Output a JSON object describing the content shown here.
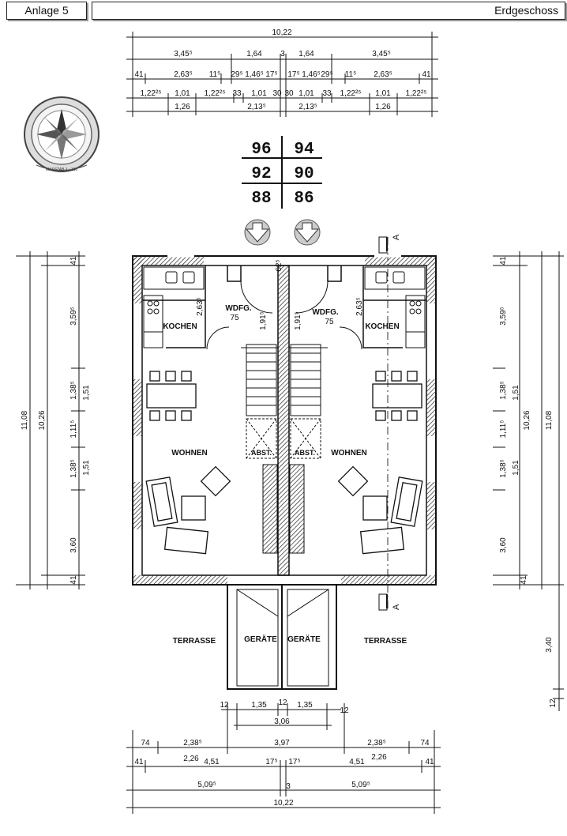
{
  "header": {
    "left": "Anlage 5",
    "right": "Erdgeschoss"
  },
  "units": [
    "96",
    "94",
    "92",
    "90",
    "88",
    "86"
  ],
  "rooms": {
    "kochen": "KOCHEN",
    "wdfg": "WDFG.",
    "wdfg_dim": "75",
    "wohnen": "WOHNEN",
    "abst": "ABST.",
    "terrasse": "TERRASSE",
    "geraete": "GERÄTE",
    "section_mark": "A"
  },
  "dims_top": {
    "total": "10,22",
    "row2": [
      "3,45⁵",
      "1,64",
      "3",
      "1,64",
      "3,45⁵"
    ],
    "row3": [
      "41",
      "2,63⁵",
      "11⁵",
      "29⁵",
      "1,46⁵",
      "17⁵",
      "17⁵",
      "1,46⁵",
      "29⁵",
      "11⁵",
      "2,63⁵",
      "41"
    ],
    "row4": [
      "1,22²⁵",
      "1,01",
      "1,22²⁵",
      "33",
      "1,01",
      "30",
      "30",
      "1,01",
      "33",
      "1,22²⁵",
      "1,01",
      "1,22²⁵"
    ],
    "row5": [
      "1,26",
      "2,13⁵",
      "2,13⁵",
      "1,26"
    ]
  },
  "dims_left": {
    "total": "11,08",
    "inner": "10,26",
    "segments": [
      "41",
      "3,59⁵",
      "1,38⁵",
      "1,11⁵",
      "1,38⁵",
      "3,60",
      "41"
    ],
    "windows": [
      "1,51",
      "1,51"
    ]
  },
  "dims_right": {
    "total": "11,08",
    "inner": "10,26",
    "segments": [
      "41",
      "3,59⁵",
      "1,38⁵",
      "1,11⁵",
      "1,38⁵",
      "3,60",
      "41"
    ],
    "windows": [
      "1,51",
      "1,51"
    ],
    "terrace": "3,40",
    "bottom": "12"
  },
  "dims_inner": {
    "kitchen": "2,63⁵",
    "hall_left": "1,91⁵",
    "hall_right": "1,91⁵",
    "top_wall": "62⁵"
  },
  "dims_bottom": {
    "shed_row": [
      "12",
      "1,35",
      "12",
      "1,35",
      "12"
    ],
    "shed_total": "3,06",
    "row2": [
      "74",
      "2,38⁵",
      "3,97",
      "2,38⁵",
      "74"
    ],
    "row3": [
      "41",
      "2,26",
      "4,51",
      "17⁵",
      "17⁵",
      "4,51",
      "2,26",
      "41"
    ],
    "row4": [
      "5,09⁵",
      "3",
      "5,09⁵"
    ],
    "total": "10,22"
  },
  "compass": {
    "scale_text": "MASSTAB 1 : 100"
  }
}
